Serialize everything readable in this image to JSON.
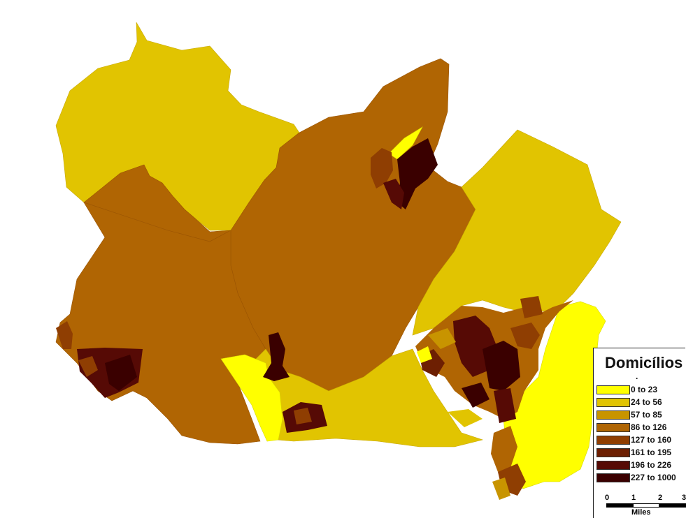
{
  "legend": {
    "title": "Domicílios",
    "subtitle_mark": ".",
    "classes": [
      {
        "label": "0 to 23",
        "color": "#ffff00"
      },
      {
        "label": "24 to 56",
        "color": "#e1c401"
      },
      {
        "label": "57 to 85",
        "color": "#c89400"
      },
      {
        "label": "86 to 126",
        "color": "#b06503"
      },
      {
        "label": "127 to 160",
        "color": "#8f3e02"
      },
      {
        "label": "161 to 195",
        "color": "#6d1f02"
      },
      {
        "label": "196 to 226",
        "color": "#560a05"
      },
      {
        "label": "227 to 1000",
        "color": "#3a0000"
      }
    ]
  },
  "scale": {
    "ticks": [
      "0",
      "1",
      "2",
      "3"
    ],
    "unit": "Miles"
  }
}
